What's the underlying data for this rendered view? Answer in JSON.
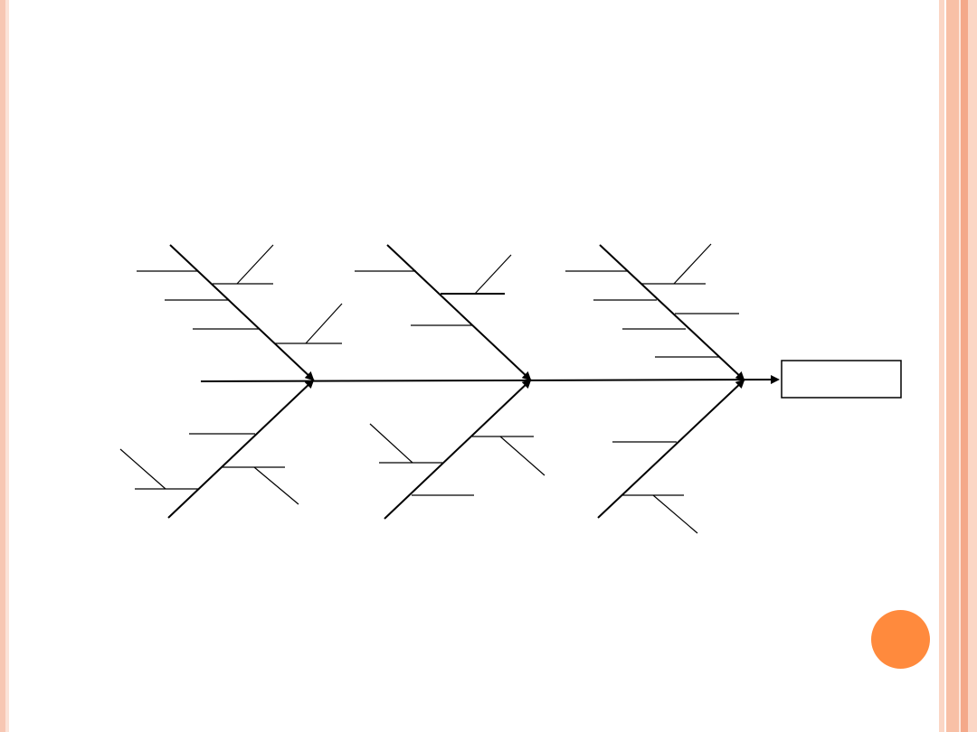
{
  "slide": {
    "title": "",
    "effect_label": ""
  },
  "colors": {
    "frame_inner": "#f7c7b3",
    "frame_outer": "#f8c0a6",
    "accent_dot": "#ff8a3d",
    "line": "#000000"
  },
  "diagram": {
    "type": "fishbone",
    "top_bones": 3,
    "bottom_bones": 3
  }
}
